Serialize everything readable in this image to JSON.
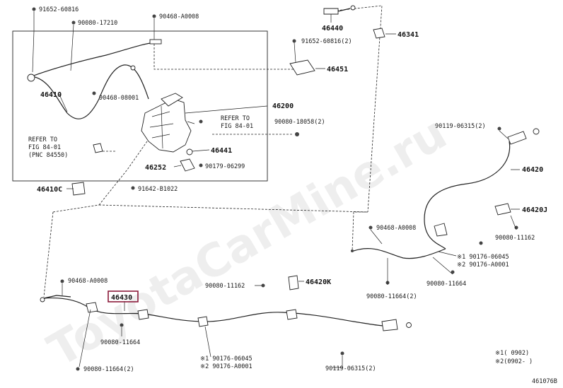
{
  "watermark": "ToyotaCarMine.ru",
  "diagram_code": "461076B",
  "highlight_color": "#8b1a3a",
  "detail_box_labels": {
    "p46410": "46410",
    "p46200": "46200",
    "p46441": "46441",
    "p46252": "46252",
    "p46410c": "46410C",
    "b91652_top": "91652-60816",
    "b90080_17210": "90080-17210",
    "b90468_a0008_top": "90468-A0008",
    "b90468_08001": "90468-08001",
    "b90179_06299": "90179-06299",
    "b91642_b1022": "91642-B1022",
    "refer_left_1": "REFER TO",
    "refer_left_2": "FIG 84-01",
    "refer_left_3": "(PNC 84550)",
    "refer_right_1": "REFER TO",
    "refer_right_2": "FIG 84-01"
  },
  "top_labels": {
    "p46440": "46440",
    "p46341": "46341",
    "b91652_2": "91652-60816(2)",
    "p46451": "46451",
    "b90080_18058": "90080-18058(2)"
  },
  "right_labels": {
    "b90119_06315_top": "90119-06315(2)",
    "p46420": "46420",
    "p46420j": "46420J",
    "b90468_a0008_r": "90468-A0008",
    "b90080_11162_r": "90080-11162",
    "s1_90176_06045_r": "※1 90176-06045",
    "s2_90176_a0001_r": "※2 90176-A0001",
    "b90080_11664_r1": "90080-11664(2)",
    "b90080_11664_r2": "90080-11664"
  },
  "lower_labels": {
    "b90468_a0008_l": "90468-A0008",
    "p46430": "46430",
    "b90080_11162_l": "90080-11162",
    "p46420k": "46420K",
    "b90080_11664_l": "90080-11664",
    "b90080_11664_2_l": "90080-11664(2)",
    "s1_90176_06045_l": "※1 90176-06045",
    "s2_90176_a0001_l": "※2 90176-A0001",
    "b90119_06315_bottom": "90119-06315(2)",
    "note_1": "※1(    0902)",
    "note_2": "※2(0902-    )"
  }
}
